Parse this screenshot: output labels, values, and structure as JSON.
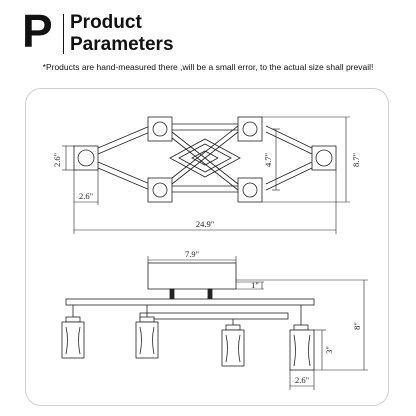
{
  "header": {
    "logo_letter": "P",
    "title_line1": "Product",
    "title_line2": "Parameters"
  },
  "note": "*Products are hand-measured there ,will be a small error, to the actual size shall prevail!",
  "dimensions": {
    "top_view": {
      "end_box_height": "2.6\"",
      "end_box_width": "2.6\"",
      "overall_length": "24.9\"",
      "inner_height": "4.7\"",
      "overall_height": "8.7\""
    },
    "side_view": {
      "canopy_width": "7.9\"",
      "canopy_depth": "1\"",
      "overall_height": "8\"",
      "shade_height": "3\"",
      "shade_width": "2.6\""
    }
  }
}
